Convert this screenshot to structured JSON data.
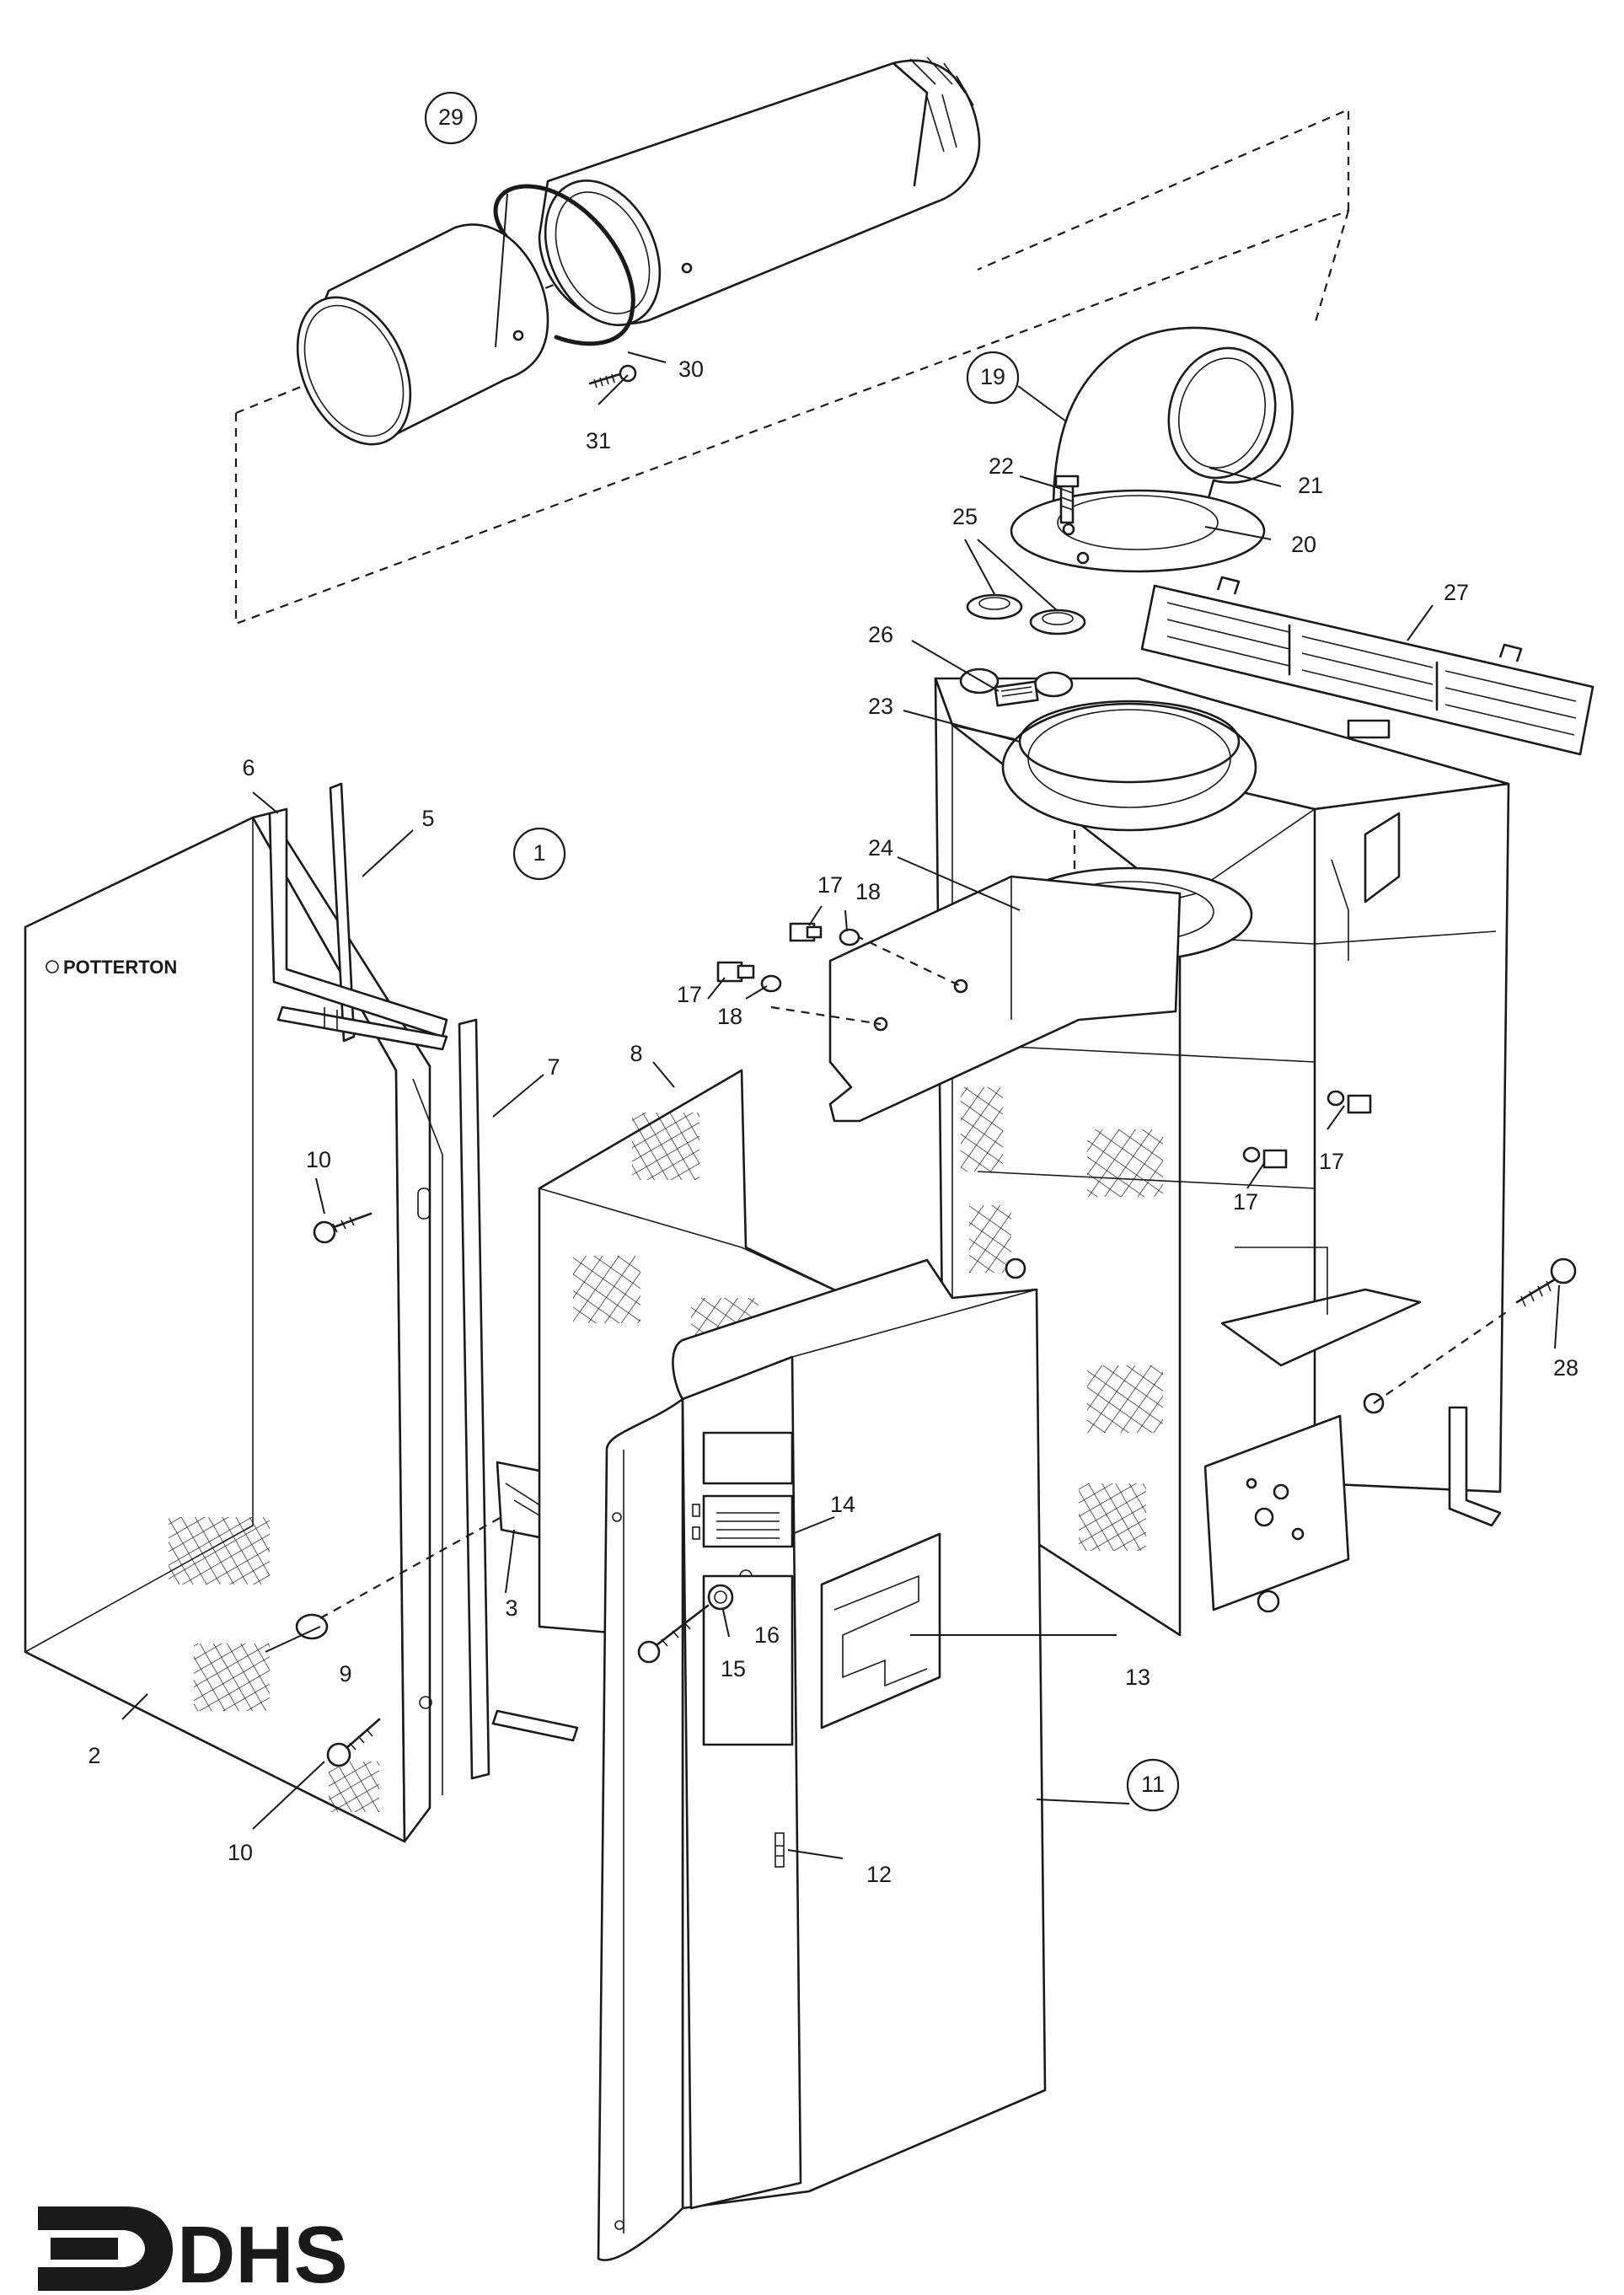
{
  "diagram": {
    "brand_plate": "POTTERTON",
    "logo_text": "DHS",
    "callouts": [
      {
        "id": "c1",
        "label": "1",
        "circled": true
      },
      {
        "id": "c2",
        "label": "2"
      },
      {
        "id": "c3",
        "label": "3"
      },
      {
        "id": "c5",
        "label": "5"
      },
      {
        "id": "c6",
        "label": "6"
      },
      {
        "id": "c7",
        "label": "7"
      },
      {
        "id": "c8",
        "label": "8"
      },
      {
        "id": "c9",
        "label": "9"
      },
      {
        "id": "c10a",
        "label": "10"
      },
      {
        "id": "c10b",
        "label": "10"
      },
      {
        "id": "c11",
        "label": "11",
        "circled": true
      },
      {
        "id": "c12",
        "label": "12"
      },
      {
        "id": "c13",
        "label": "13"
      },
      {
        "id": "c14",
        "label": "14"
      },
      {
        "id": "c15",
        "label": "15"
      },
      {
        "id": "c16",
        "label": "16"
      },
      {
        "id": "c17a",
        "label": "17"
      },
      {
        "id": "c17b",
        "label": "17"
      },
      {
        "id": "c17c",
        "label": "17"
      },
      {
        "id": "c17d",
        "label": "17"
      },
      {
        "id": "c18a",
        "label": "18"
      },
      {
        "id": "c18b",
        "label": "18"
      },
      {
        "id": "c19",
        "label": "19",
        "circled": true
      },
      {
        "id": "c20",
        "label": "20"
      },
      {
        "id": "c21",
        "label": "21"
      },
      {
        "id": "c22",
        "label": "22"
      },
      {
        "id": "c23",
        "label": "23"
      },
      {
        "id": "c24",
        "label": "24"
      },
      {
        "id": "c25",
        "label": "25"
      },
      {
        "id": "c26",
        "label": "26"
      },
      {
        "id": "c27",
        "label": "27"
      },
      {
        "id": "c28",
        "label": "28"
      },
      {
        "id": "c29",
        "label": "29",
        "circled": true
      },
      {
        "id": "c30",
        "label": "30"
      },
      {
        "id": "c31",
        "label": "31"
      }
    ]
  }
}
